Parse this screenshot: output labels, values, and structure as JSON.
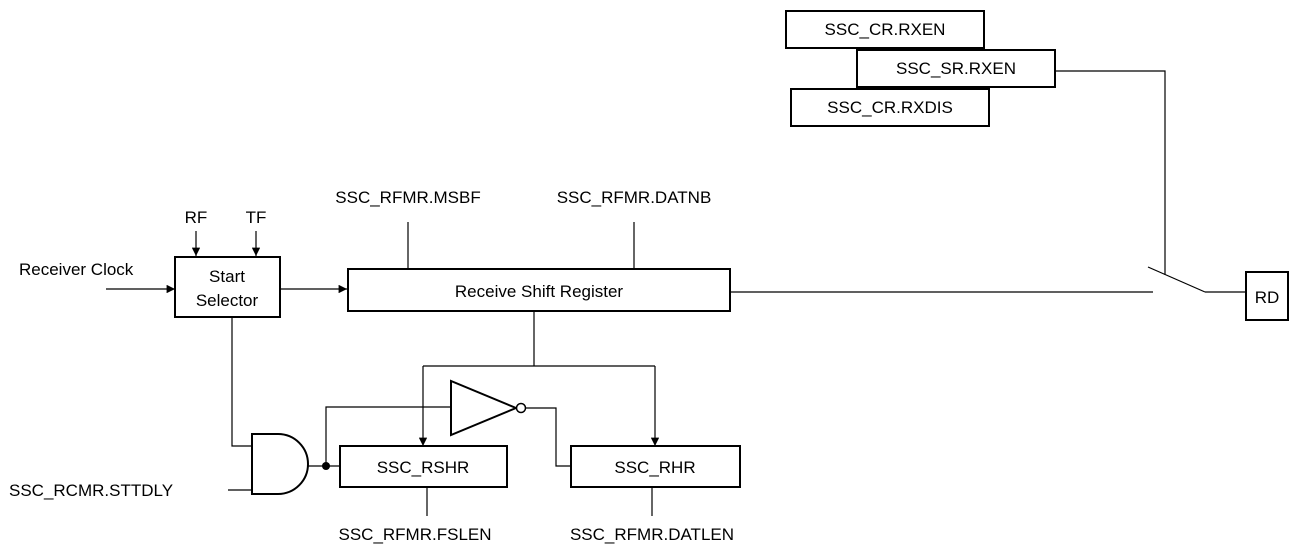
{
  "control_boxes": {
    "cr_rxen": "SSC_CR.RXEN",
    "sr_rxen": "SSC_SR.RXEN",
    "cr_rxdis": "SSC_CR.RXDIS"
  },
  "signals": {
    "rf": "RF",
    "tf": "TF",
    "receiver_clock": "Receiver Clock",
    "msbf": "SSC_RFMR.MSBF",
    "datnb": "SSC_RFMR.DATNB",
    "sttdly": "SSC_RCMR.STTDLY",
    "fslen": "SSC_RFMR.FSLEN",
    "datlen": "SSC_RFMR.DATLEN"
  },
  "blocks": {
    "start_selector_line1": "Start",
    "start_selector_line2": "Selector",
    "receive_shift_register": "Receive Shift Register",
    "rshr": "SSC_RSHR",
    "rhr": "SSC_RHR",
    "rd": "RD"
  }
}
